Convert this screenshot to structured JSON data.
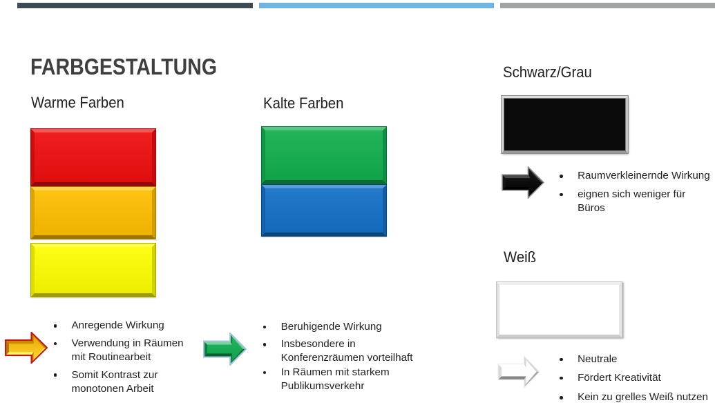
{
  "slide": {
    "title": "FARBGESTALTUNG",
    "title_color": "#3f3f3f",
    "text_color": "#1f1f1f",
    "background": "#ffffff",
    "top_bars": {
      "dark": "#3e4a54",
      "blue": "#6fb5e1",
      "gray": "#a1a3a5"
    },
    "sections": {
      "warm": {
        "heading": "Warme Farben",
        "swatches": {
          "red": "#ee0e0e",
          "amber": "#fdbe00",
          "yellow": "#fdfd02"
        },
        "arrow": {
          "outline": "#c9151a",
          "outline_width": "2.1",
          "mid": "#b67a00",
          "bevel_top": "#c68a00",
          "head_top": "#d29200",
          "bevel_bottom": "#fff466",
          "head_bottom": "#ffef4e",
          "face_top": "#e8a603",
          "face_bottom": "#ffd730"
        },
        "bullets": [
          {
            "text": "Anregende Wirkung"
          },
          {
            "text": "Verwendung in Räumen\nmit Routinearbeit"
          },
          {
            "text": "Somit Kontrast zur\nmonotonen Arbeit"
          }
        ]
      },
      "cold": {
        "heading": "Kalte Farben",
        "swatches": {
          "green": "#12ad4f",
          "blue": "#1470c6"
        },
        "arrow": {
          "outline": "#a3c3e0",
          "outline_width": "2",
          "mid": "#0c7f3d",
          "bevel_top": "#7cd2a0",
          "head_top": "#6fcb92",
          "bevel_bottom": "#085f2d",
          "head_bottom": "#0a6f35",
          "face_top": "#23b75d",
          "face_bottom": "#0fa04b"
        },
        "bullets": [
          {
            "text": "Beruhigende Wirkung"
          },
          {
            "text": "Insbesondere in\nKonferenzräumen vorteilhaft"
          },
          {
            "text": "In Räumen mit starkem\nPublikumsverkehr"
          }
        ]
      },
      "dark": {
        "heading": "Schwarz/Grau",
        "swatches": {
          "black": "#0a0a0a"
        },
        "arrow": {
          "outline": "#8f8f8f",
          "outline_width": "1.6",
          "mid": "#141414",
          "bevel_top": "#4a4a4a",
          "head_top": "#3a3a3a",
          "bevel_bottom": "#000000",
          "head_bottom": "#060606",
          "face_top": "#191919",
          "face_bottom": "#000000"
        },
        "bullets": [
          {
            "text": "Raumverkleinernde Wirkung"
          },
          {
            "text": "eignen sich weniger für\nBüros"
          }
        ]
      },
      "white": {
        "heading": "Weiß",
        "swatches": {
          "white": "#ffffff"
        },
        "arrow": {
          "outline": "#ededed",
          "outline_width": "1.2",
          "mid": "#d8d8d8",
          "bevel_top": "#ffffff",
          "head_top": "#d4d4d4",
          "bevel_bottom": "#858585",
          "head_bottom": "#a2a2a2",
          "face_top": "#ffffff",
          "face_bottom": "#fbfbfb"
        },
        "bullets": [
          {
            "text": "Neutrale"
          },
          {
            "text": "Fördert Kreativität"
          },
          {
            "text": "Kein zu grelles Weiß nutzen"
          }
        ]
      }
    }
  }
}
